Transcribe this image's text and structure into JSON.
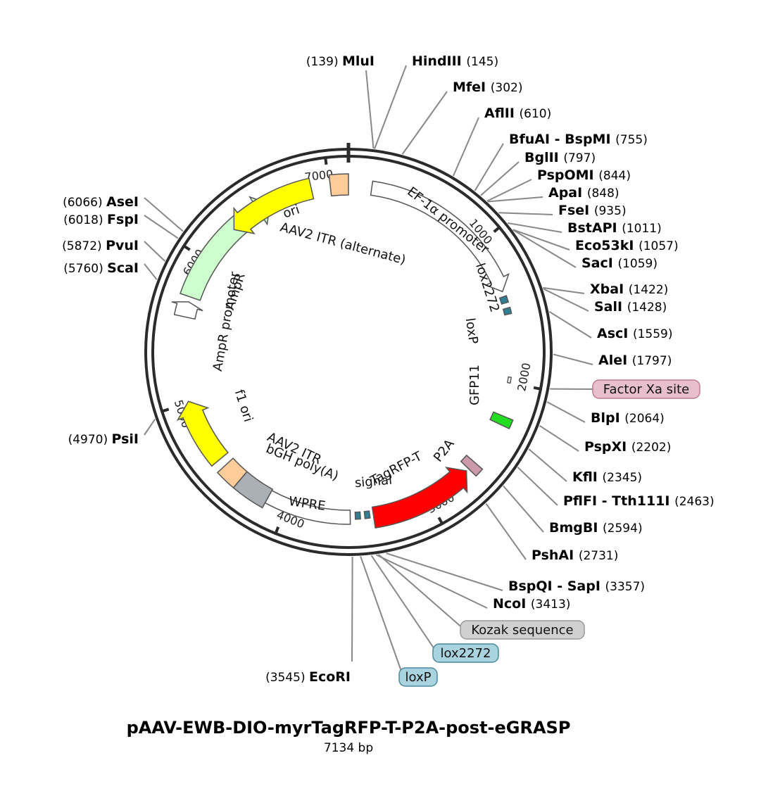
{
  "plasmid": {
    "name": "pAAV-EWB-DIO-myrTagRFP-T-P2A-post-eGRASP",
    "size_label": "7134 bp",
    "length": 7134
  },
  "ticks": [
    {
      "bp": 1000,
      "label": "1000"
    },
    {
      "bp": 2000,
      "label": "2000"
    },
    {
      "bp": 3000,
      "label": "3000"
    },
    {
      "bp": 4000,
      "label": "4000"
    },
    {
      "bp": 5000,
      "label": "5000"
    },
    {
      "bp": 6000,
      "label": "6000"
    },
    {
      "bp": 7000,
      "label": "7000"
    }
  ],
  "features": [
    {
      "id": "aav2-itr-left",
      "label": "",
      "start": 7010,
      "end": 7134,
      "color": "#ffcc99",
      "shape": "box"
    },
    {
      "id": "ef1a-promoter",
      "label": "EF-1α promoter",
      "start": 160,
      "end": 1360,
      "color": "#ffffff",
      "shape": "arrow",
      "dir": 1
    },
    {
      "id": "lox2272-1",
      "label": "",
      "start": 1395,
      "end": 1440,
      "color": "#2f7f96",
      "shape": "box"
    },
    {
      "id": "loxp-1",
      "label": "",
      "start": 1478,
      "end": 1520,
      "color": "#2f7f96",
      "shape": "box"
    },
    {
      "id": "gfp11",
      "label": "",
      "start": 1960,
      "end": 2000,
      "color": "#ffffff",
      "shape": "box"
    },
    {
      "id": "p2a-green",
      "label": "",
      "start": 2230,
      "end": 2290,
      "color": "#22dd22",
      "shape": "box"
    },
    {
      "id": "p2a",
      "label": "",
      "start": 2600,
      "end": 2660,
      "color": "#cc99aa",
      "shape": "box"
    },
    {
      "id": "tagrfp-t",
      "label": "",
      "start": 2680,
      "end": 3395,
      "color": "#ff0000",
      "shape": "arrow",
      "dir": -1
    },
    {
      "id": "lox2272-2",
      "label": "",
      "start": 3420,
      "end": 3455,
      "color": "#2f7f96",
      "shape": "box"
    },
    {
      "id": "loxp-2",
      "label": "",
      "start": 3485,
      "end": 3520,
      "color": "#2f7f96",
      "shape": "box"
    },
    {
      "id": "wpre",
      "label": "WPRE",
      "start": 3555,
      "end": 4140,
      "color": "#ffffff",
      "shape": "box"
    },
    {
      "id": "bgh-polya",
      "label": "",
      "start": 4140,
      "end": 4365,
      "color": "#aab0b5",
      "shape": "box"
    },
    {
      "id": "aav2-itr-right",
      "label": "",
      "start": 4365,
      "end": 4505,
      "color": "#ffcc99",
      "shape": "box"
    },
    {
      "id": "f1-ori",
      "label": "",
      "start": 4560,
      "end": 5010,
      "color": "#ffff00",
      "shape": "arrow",
      "dir": 1
    },
    {
      "id": "ampr-promoter",
      "label": "",
      "start": 5590,
      "end": 5695,
      "color": "#ffffff",
      "shape": "arrow",
      "dir": 1
    },
    {
      "id": "ampr",
      "label": "",
      "start": 5730,
      "end": 6580,
      "color": "#ccffcc",
      "shape": "arrow",
      "dir": 1
    },
    {
      "id": "ori",
      "label": "",
      "start": 6280,
      "end": 6880,
      "color": "#ffff00",
      "shape": "arrow",
      "dir": -1
    }
  ],
  "feature_labels": {
    "aav2_itr_top": "AAV2 ITR (alternate)",
    "ori": "ori",
    "lox2272": "lox2272",
    "loxp": "loxP",
    "gfp11": "GFP11",
    "p2a": "P2A",
    "tagrfp_t": "TagRFP-T",
    "signal": "signal",
    "aav2_itr_bottom": "AAV2 ITR",
    "bgh_polya": "bGH poly(A)",
    "f1_ori": "f1 ori",
    "ampr": "AmpR",
    "ampr_promoter": "AmpR promoter"
  },
  "sites": [
    {
      "name": "MluI",
      "pos": "(139)",
      "side": "left",
      "bp": 139
    },
    {
      "name": "HindIII",
      "pos": "(145)",
      "side": "right",
      "bp": 145
    },
    {
      "name": "MfeI",
      "pos": "(302)",
      "side": "right",
      "bp": 302
    },
    {
      "name": "AflII",
      "pos": "(610)",
      "side": "right",
      "bp": 610
    },
    {
      "name": "BfuAI - BspMI",
      "pos": "(755)",
      "side": "right",
      "bp": 755
    },
    {
      "name": "BglII",
      "pos": "(797)",
      "side": "right",
      "bp": 797
    },
    {
      "name": "PspOMI",
      "pos": "(844)",
      "side": "right",
      "bp": 844
    },
    {
      "name": "ApaI",
      "pos": "(848)",
      "side": "right",
      "bp": 848
    },
    {
      "name": "FseI",
      "pos": "(935)",
      "side": "right",
      "bp": 935
    },
    {
      "name": "BstAPI",
      "pos": "(1011)",
      "side": "right",
      "bp": 1011
    },
    {
      "name": "Eco53kI",
      "pos": "(1057)",
      "side": "right",
      "bp": 1057
    },
    {
      "name": "SacI",
      "pos": "(1059)",
      "side": "right",
      "bp": 1059
    },
    {
      "name": "XbaI",
      "pos": "(1422)",
      "side": "right",
      "bp": 1422
    },
    {
      "name": "SalI",
      "pos": "(1428)",
      "side": "right",
      "bp": 1428
    },
    {
      "name": "AscI",
      "pos": "(1559)",
      "side": "right",
      "bp": 1559
    },
    {
      "name": "AleI",
      "pos": "(1797)",
      "side": "right",
      "bp": 1797
    },
    {
      "name": "BlpI",
      "pos": "(2064)",
      "side": "right",
      "bp": 2064
    },
    {
      "name": "PspXI",
      "pos": "(2202)",
      "side": "right",
      "bp": 2202
    },
    {
      "name": "KflI",
      "pos": "(2345)",
      "side": "right",
      "bp": 2345
    },
    {
      "name": "PflFI - Tth111I",
      "pos": "(2463)",
      "side": "right",
      "bp": 2463
    },
    {
      "name": "BmgBI",
      "pos": "(2594)",
      "side": "right",
      "bp": 2594
    },
    {
      "name": "PshAI",
      "pos": "(2731)",
      "side": "right",
      "bp": 2731
    },
    {
      "name": "BspQI - SapI",
      "pos": "(3357)",
      "side": "right",
      "bp": 3357
    },
    {
      "name": "NcoI",
      "pos": "(3413)",
      "side": "right",
      "bp": 3413
    },
    {
      "name": "EcoRI",
      "pos": "(3545)",
      "side": "left",
      "bp": 3545
    },
    {
      "name": "PsiI",
      "pos": "(4970)",
      "side": "left",
      "bp": 4970
    },
    {
      "name": "ScaI",
      "pos": "(5760)",
      "side": "left",
      "bp": 5760
    },
    {
      "name": "PvuI",
      "pos": "(5872)",
      "side": "left",
      "bp": 5872
    },
    {
      "name": "FspI",
      "pos": "(6018)",
      "side": "left",
      "bp": 6018
    },
    {
      "name": "AseI",
      "pos": "(6066)",
      "side": "left",
      "bp": 6066
    }
  ],
  "callouts": [
    {
      "label": "Factor Xa site",
      "bp": 1990,
      "color": "#e8bfcc",
      "border": "#c07a90"
    },
    {
      "label": "Kozak sequence",
      "bp": 3400,
      "color": "#d0d0d0",
      "border": "#999999"
    },
    {
      "label": "lox2272",
      "bp": 3440,
      "color": "#a9d3de",
      "border": "#4a8a9c"
    },
    {
      "label": "loxP",
      "bp": 3500,
      "color": "#a9d3de",
      "border": "#4a8a9c"
    }
  ]
}
